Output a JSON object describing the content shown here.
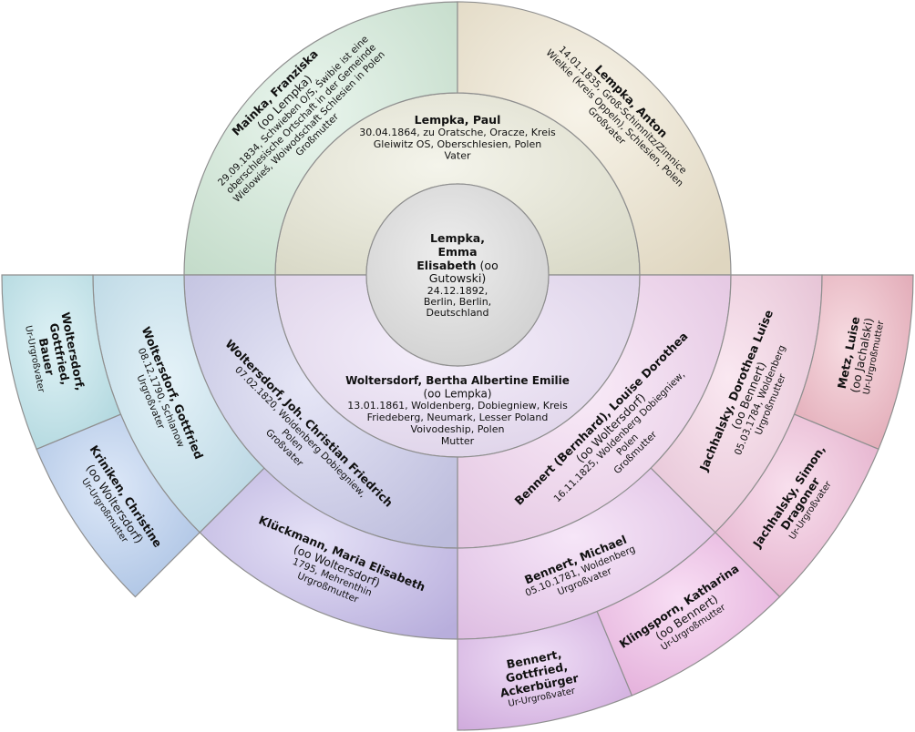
{
  "root": {
    "name": "Lempka,",
    "name2": "Emma",
    "name3": "Elisabeth",
    "suffix": "(oo",
    "suffix2": "Gutowski)",
    "date": "24.12.1892,",
    "place": "Berlin, Berlin,",
    "country": "Deutschland"
  },
  "persons": [
    {
      "id": "father",
      "role": "Vater",
      "name": "Lempka, Paul",
      "details": "30.04.1864, zu Oratsche, Oracze, Kreis Gleiwitz OS, Oberschlesien, Polen"
    },
    {
      "id": "mother",
      "role": "Mutter",
      "name": "Woltersdorf, Bertha Albertine Emilie",
      "suffix": "(oo Lempka)",
      "details": "13.01.1861, Woldenberg, Dobiegniew, Kreis Friedeberg, Neumark, Lesser Poland Voivodeship, Polen"
    },
    {
      "id": "ff",
      "role": "Großvater",
      "name": "Lempka, Anton",
      "details": "14.01.1835, Groß-Schimnitz/Zimnice Wielkie (Kreis Oppeln), Schlesien, Polen"
    },
    {
      "id": "fm",
      "role": "Großmutter",
      "name": "Mainka, Franziska",
      "suffix": "(oo Lempka)",
      "details": "29.09.1834, Schwieben O/S, Świbie ist eine oberschlesische Ortschaft in der Gemeinde Wielowieś, Woiwodschaft Schlesien in Polen"
    },
    {
      "id": "mf",
      "role": "Großvater",
      "name": "Woltersdorf, Joh. Christian Friedrich",
      "details": "07.02.1820, Woldenberg Dobiegniew, Polen"
    },
    {
      "id": "mm",
      "role": "Großmutter",
      "name": "Bennert (Bernhard), Louise Dorothea",
      "suffix": "(oo Woltersdorf)",
      "details": "16.11.1825, Woldenberg Dobiegniew, Polen"
    },
    {
      "id": "mff",
      "role": "Urgroßvater",
      "name": "Woltersdorf, Gottfried",
      "details": "08.12.1790, Schlanow"
    },
    {
      "id": "mfm",
      "role": "Urgroßmutter",
      "name": "Klückmann, Maria Elisabeth",
      "suffix": "(oo Woltersdorf)",
      "details": "1795, Mehrenthin"
    },
    {
      "id": "mmf",
      "role": "Urgroßvater",
      "name": "Bennert, Michael",
      "details": "05.10.1781, Woldenberg"
    },
    {
      "id": "mmm",
      "role": "Urgroßmutter",
      "name": "Jachhalsky, Dorothea Luise",
      "suffix": "(oo Bennert)",
      "details": "05.03.1784, Woldenberg"
    },
    {
      "id": "mfff",
      "role": "Ur-Urgroßvater",
      "name": "Woltersdorf, Gottfried, Bauer"
    },
    {
      "id": "mffm",
      "role": "Ur-Urgroßmutter",
      "name": "Kriniken, Christine",
      "suffix": "(oo Woltersdorf)"
    },
    {
      "id": "mmff",
      "role": "Ur-Urgroßvater",
      "name": "Bennert, Gottfried, Ackerbürger"
    },
    {
      "id": "mmfm",
      "role": "Ur-Urgroßmutter",
      "name": "Klingsporn, Katharina",
      "suffix": "(oo Bennert)"
    },
    {
      "id": "mmmf",
      "role": "Ur-Urgroßvater",
      "name": "Jachhalsky, Simon, Dragoner"
    },
    {
      "id": "mmmm",
      "role": "Ur-Urgroßmutter",
      "name": "Metz, Luise",
      "suffix": "(oo Jachalski)"
    }
  ],
  "colors": {
    "root": "#d9d9d9",
    "father": "#e6e6d3",
    "mother": "#e9dcf5",
    "ff": "#ede4cc",
    "fm": "#cfe9d6",
    "mf": "#c8c8ea",
    "mm": "#f1d2ef",
    "mff": "#c2e1ef",
    "mfm": "#c4b9ea",
    "mmf": "#ebc8ef",
    "mmm": "#f3cce0",
    "mfff": "#b8e3ea",
    "mffm": "#b3ccf0",
    "mmff": "#dcb5ea",
    "mmfm": "#f0b6e6",
    "mmmf": "#f0b7d6",
    "mmmm": "#eeb1be",
    "stroke": "#8f8f8f"
  }
}
